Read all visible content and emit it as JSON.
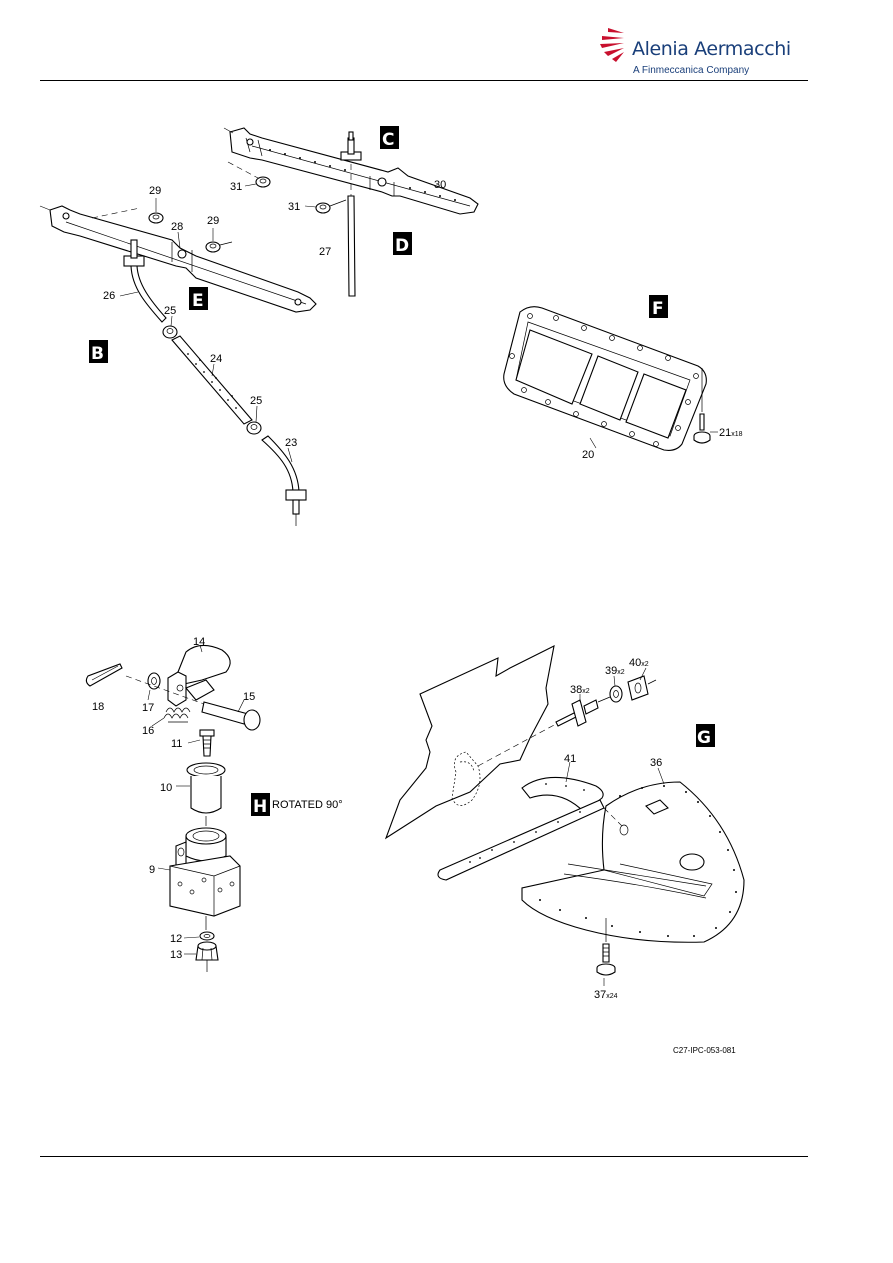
{
  "header": {
    "brand": "Alenia Aermacchi",
    "tagline": "A Finmeccanica Company",
    "logo_color": "#1a3f7a"
  },
  "views": {
    "B": "B",
    "C": "C",
    "D": "D",
    "E": "E",
    "F": "F",
    "G": "G",
    "H": "H"
  },
  "callouts": {
    "c9": "9",
    "c10": "10",
    "c11": "11",
    "c12": "12",
    "c13": "13",
    "c14": "14",
    "c15": "15",
    "c16": "16",
    "c17": "17",
    "c18": "18",
    "c20": "20",
    "c21": "21",
    "c21_qty": "x18",
    "c23": "23",
    "c24": "24",
    "c25a": "25",
    "c25b": "25",
    "c26": "26",
    "c27": "27",
    "c28": "28",
    "c29a": "29",
    "c29b": "29",
    "c30": "30",
    "c31a": "31",
    "c31b": "31",
    "c36": "36",
    "c37": "37",
    "c37_qty": "x24",
    "c38": "38",
    "c38_qty": "x2",
    "c39": "39",
    "c39_qty": "x2",
    "c40": "40",
    "c40_qty": "x2",
    "c41": "41"
  },
  "notes": {
    "rotated": "ROTATED 90°"
  },
  "figure_id": "C27-IPC-053-081"
}
